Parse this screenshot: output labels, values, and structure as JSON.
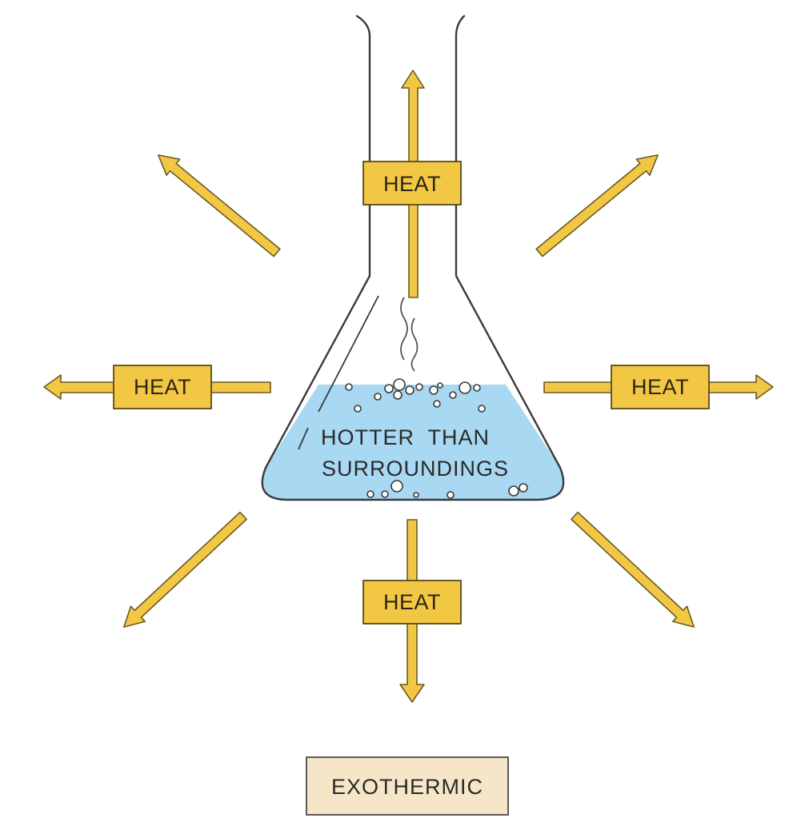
{
  "diagram": {
    "heat_label": "HEAT",
    "flask_text_line1": "HOTTER  THAN",
    "flask_text_line2": "SURROUNDINGS",
    "caption": "EXOTHERMIC"
  },
  "colors": {
    "arrow_fill": "#f2c744",
    "liquid": "#a9d8f2",
    "caption_box": "#f6e6c8"
  }
}
